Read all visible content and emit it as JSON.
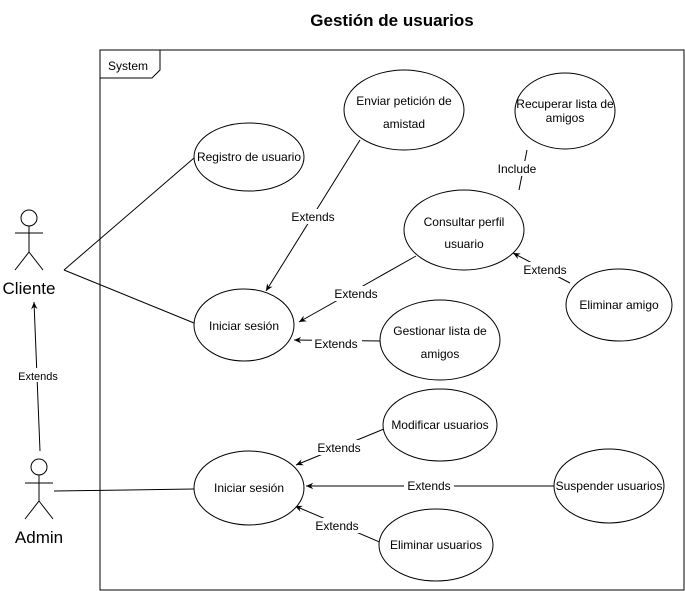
{
  "title": "Gestión de usuarios",
  "system": {
    "label": "System"
  },
  "actors": {
    "cliente": "Cliente",
    "admin": "Admin"
  },
  "use_cases": {
    "registro": "Registro de usuario",
    "enviar_peticion": [
      "Enviar petición de",
      "amistad"
    ],
    "recuperar_lista": [
      "Recuperar lista de",
      "amigos"
    ],
    "consultar_perfil": [
      "Consultar perfil",
      "usuario"
    ],
    "iniciar_sesion_cliente": "Iniciar sesión",
    "eliminar_amigo": "Eliminar amigo",
    "gestionar_lista": [
      "Gestionar lista de",
      "amigos"
    ],
    "modificar_usuarios": "Modificar usuarios",
    "iniciar_sesion_admin": "Iniciar sesión",
    "suspender_usuarios": "Suspender usuarios",
    "eliminar_usuarios": "Eliminar usuarios"
  },
  "relations": {
    "extends_enviar": "Extends",
    "include_recuperar": "Include",
    "extends_consultar": "Extends",
    "extends_eliminar_amigo": "Extends",
    "extends_gestionar": "Extends",
    "extends_admin_cliente": "Extends",
    "extends_modificar": "Extends",
    "extends_suspender": "Extends",
    "extends_eliminar_usuarios": "Extends"
  }
}
